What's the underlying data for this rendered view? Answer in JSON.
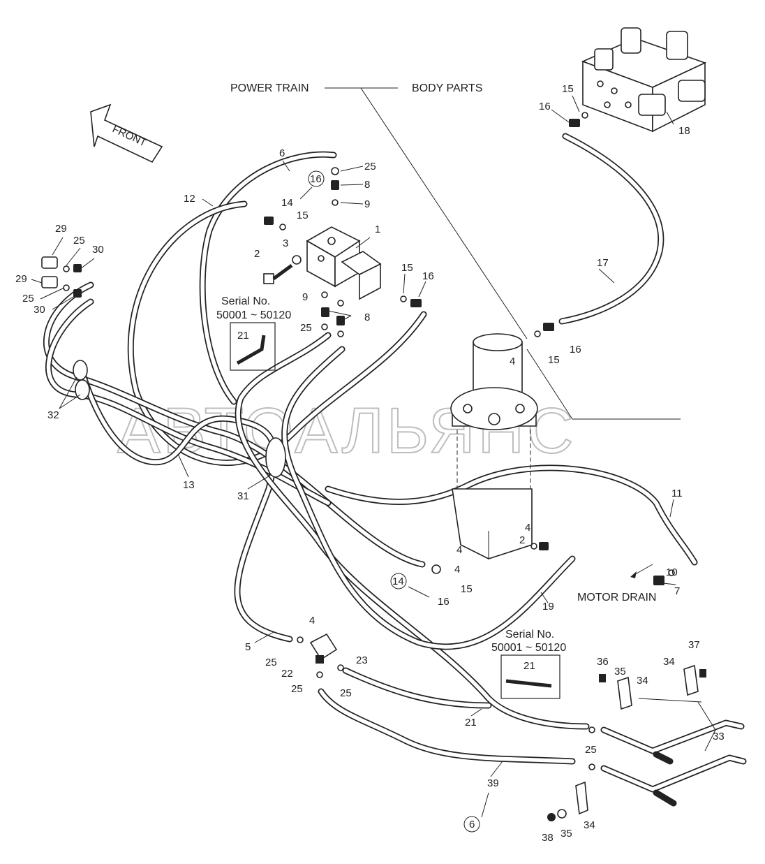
{
  "headings": {
    "power_train": "POWER TRAIN",
    "body_parts": "BODY PARTS",
    "front": "FRONT",
    "motor_drain": "MOTOR DRAIN"
  },
  "serial_notes": [
    {
      "title": "Serial No.",
      "range": "50001 ~ 50120",
      "part": "21"
    },
    {
      "title": "Serial No.",
      "range": "50001 ~ 50120",
      "part": "21"
    }
  ],
  "refs": {
    "r16": "16",
    "r14": "14",
    "r6": "6"
  },
  "watermark": "АВТОАЛЬЯНС",
  "callouts": {
    "c1": "1",
    "c2": "2",
    "c3": "3",
    "c4a": "4",
    "c4b": "4",
    "c4c": "4",
    "c4d": "4",
    "c4e": "4",
    "c2b": "2",
    "c5": "5",
    "c6": "6",
    "c7": "7",
    "c8a": "8",
    "c8b": "8",
    "c9a": "9",
    "c9b": "9",
    "c10": "10",
    "c11": "11",
    "c12": "12",
    "c13": "13",
    "c14": "14",
    "c15a": "15",
    "c15b": "15",
    "c15c": "15",
    "c15d": "15",
    "c15e": "15",
    "c16a": "16",
    "c16b": "16",
    "c16c": "16",
    "c16d": "16",
    "c17": "17",
    "c18": "18",
    "c19": "19",
    "c21": "21",
    "c22": "22",
    "c23": "23",
    "c25a": "25",
    "c25b": "25",
    "c25c": "25",
    "c25d": "25",
    "c25e": "25",
    "c25f": "25",
    "c25g": "25",
    "c25h": "25",
    "c29a": "29",
    "c29b": "29",
    "c30a": "30",
    "c30b": "30",
    "c31": "31",
    "c32": "32",
    "c33": "33",
    "c34a": "34",
    "c34b": "34",
    "c34c": "34",
    "c35a": "35",
    "c35b": "35",
    "c36": "36",
    "c37": "37",
    "c38": "38",
    "c39": "39",
    "c6b": "6"
  }
}
